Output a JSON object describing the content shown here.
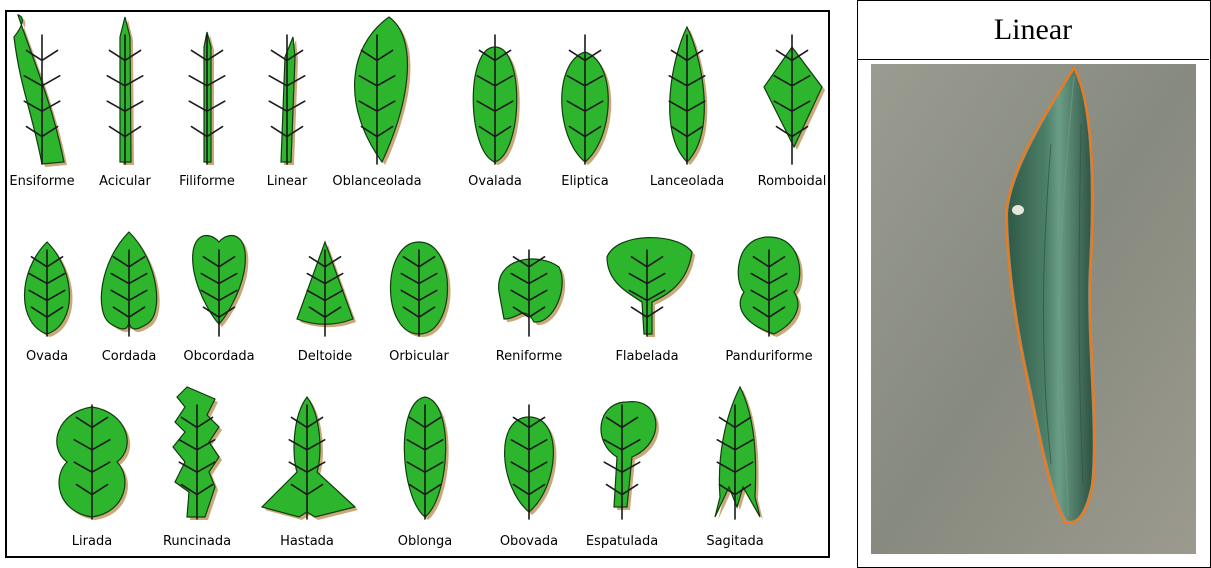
{
  "leaf_chart": {
    "rows": [
      [
        "Ensiforme",
        "Acicular",
        "Filiforme",
        "Linear",
        "Oblanceolada",
        "Ovalada",
        "Eliptica",
        "Lanceolada",
        "Romboidal"
      ],
      [
        "Ovada",
        "Cordada",
        "Obcordada",
        "Deltoide",
        "Orbicular",
        "Reniforme",
        "Flabelada",
        "Panduriforme"
      ],
      [
        "Lirada",
        "Runcinada",
        "Hastada",
        "Oblonga",
        "Obovada",
        "Espatulada",
        "Sagitada"
      ]
    ]
  },
  "result_table": {
    "title": "Linear"
  },
  "colors": {
    "leaf_fill": "#2db52d",
    "leaf_shadow": "#c9a97a",
    "vein": "#1a1a1a",
    "photo_bg": "#8f9186",
    "leaf_photo": "#3d6b55",
    "contour": "#f07a1a"
  }
}
